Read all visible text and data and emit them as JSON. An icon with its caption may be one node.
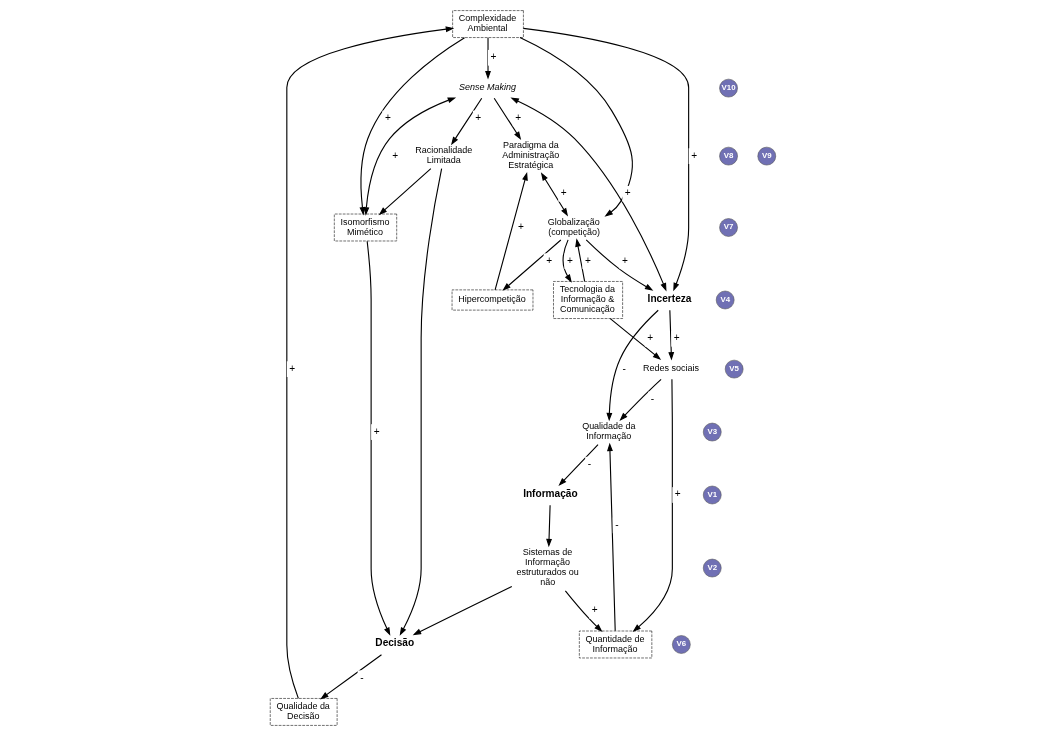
{
  "diagram": {
    "nodes": [
      {
        "text": [
          "Complexidade Ambiental"
        ]
      },
      {
        "text": [
          "Paradigma da Administração Estratégica"
        ]
      },
      {
        "text": [
          "Hipercompetição"
        ]
      },
      {
        "text": [
          "Sense Making"
        ]
      },
      {
        "text": [
          "Globalização (competição)"
        ]
      },
      {
        "text": [
          "Racionalidade Limitada"
        ]
      },
      {
        "text": [
          "Isomorfismo Mimético"
        ]
      },
      {
        "text": [
          "Incerteza"
        ]
      },
      {
        "text": [
          "Tecnologia da Informação & Comunicação"
        ]
      },
      {
        "text": [
          "Qualidade da Decisão"
        ]
      },
      {
        "text": [
          "Informação"
        ]
      },
      {
        "text": [
          "Decisão"
        ]
      },
      {
        "text": [
          "Qualidade da Informação"
        ]
      },
      {
        "text": [
          "Sistemas de Informação estruturados ou não"
        ]
      },
      {
        "text": [
          "Quantidade de Informação"
        ]
      },
      {
        "text": [
          "Redes sociais"
        ]
      },
      {
        "text": [
          "V8"
        ]
      },
      {
        "text": [
          "V7"
        ]
      },
      {
        "text": [
          "V10"
        ]
      },
      {
        "text": [
          "V9"
        ]
      },
      {
        "text": [
          "V4"
        ]
      },
      {
        "text": [
          "V1"
        ]
      },
      {
        "text": [
          "V3"
        ]
      },
      {
        "text": [
          "V6"
        ]
      },
      {
        "text": [
          "V2"
        ]
      },
      {
        "text": [
          "V5"
        ]
      }
    ],
    "edges": [
      {
        "from": 9,
        "to": 0,
        "arrow": "to",
        "label": "+"
      },
      {
        "from": 3,
        "to": 1,
        "arrow": "to",
        "label": "+"
      },
      {
        "from": 0,
        "to": 3,
        "arrow": "to",
        "label": "+"
      },
      {
        "from": 0,
        "to": 6,
        "arrow": "to",
        "label": "+"
      },
      {
        "from": 3,
        "to": 6,
        "arrow": "both",
        "label": "+"
      },
      {
        "from": 3,
        "to": 7,
        "arrow": "both",
        "label": "+"
      },
      {
        "from": 0,
        "to": 7,
        "arrow": "to",
        "label": "+"
      },
      {
        "from": 0,
        "to": 4,
        "arrow": "to"
      },
      {
        "from": 3,
        "to": 5,
        "arrow": "to",
        "label": "+"
      },
      {
        "from": 2,
        "to": 1,
        "arrow": "to",
        "label": "+"
      },
      {
        "from": 1,
        "to": 4,
        "arrow": "both",
        "label": "+"
      },
      {
        "from": 4,
        "to": 2,
        "arrow": "to",
        "label": "+"
      },
      {
        "from": 8,
        "to": 4,
        "arrow": "to",
        "label": "+"
      },
      {
        "from": 4,
        "to": 7,
        "arrow": "to",
        "label": "+"
      },
      {
        "from": 4,
        "to": 8,
        "arrow": "to",
        "label": "+"
      },
      {
        "from": 5,
        "to": 11,
        "arrow": "to"
      },
      {
        "from": 5,
        "to": 6,
        "arrow": "to"
      },
      {
        "from": 6,
        "to": 11,
        "arrow": "to",
        "label": "+"
      },
      {
        "from": 11,
        "to": 9,
        "arrow": "to",
        "label": "-"
      },
      {
        "from": 7,
        "to": 12,
        "arrow": "to",
        "label": "-"
      },
      {
        "from": 12,
        "to": 10,
        "arrow": "to",
        "label": "-"
      },
      {
        "from": 10,
        "to": 13,
        "arrow": "to"
      },
      {
        "from": 13,
        "to": 11,
        "arrow": "to"
      },
      {
        "from": 13,
        "to": 14,
        "arrow": "to",
        "label": "+"
      },
      {
        "from": 14,
        "to": 12,
        "arrow": "to",
        "label": "-"
      },
      {
        "from": 15,
        "to": 12,
        "arrow": "to",
        "label": "-"
      },
      {
        "from": 7,
        "to": 15,
        "arrow": "to",
        "label": "+"
      },
      {
        "from": 8,
        "to": 15,
        "arrow": "to",
        "label": "+"
      },
      {
        "from": 15,
        "to": 14,
        "arrow": "to",
        "label": "+"
      }
    ]
  }
}
